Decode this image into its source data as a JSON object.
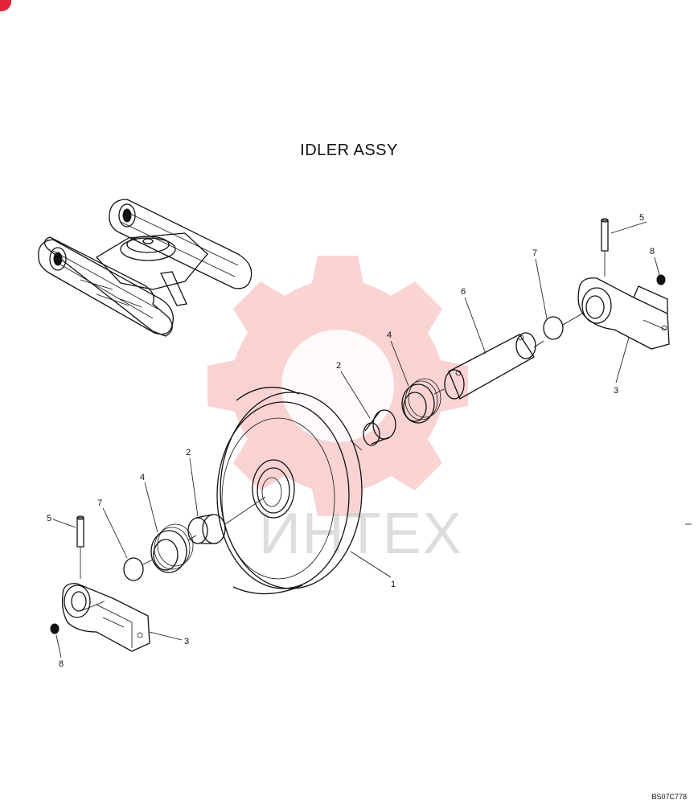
{
  "title": "IDLER ASSY",
  "drawing_code": "BS07C778",
  "watermark": "ИНТЕХ",
  "callouts": [
    "1",
    "2",
    "2",
    "3",
    "3",
    "4",
    "4",
    "5",
    "5",
    "6",
    "7",
    "7",
    "8",
    "8"
  ],
  "colors": {
    "line": "#111111",
    "watermark_gear": "#f08080",
    "watermark_text": "#cfcfcf",
    "corner_mark": "#e0243a"
  }
}
